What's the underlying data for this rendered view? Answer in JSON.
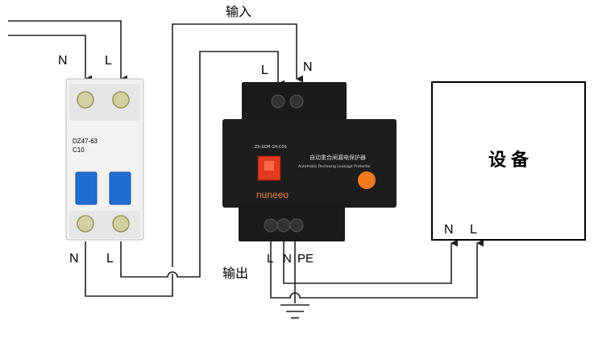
{
  "labels": {
    "input": "输入",
    "output": "输出",
    "breaker_top_n": "N",
    "breaker_top_l": "L",
    "breaker_bottom_n": "N",
    "breaker_bottom_l": "L",
    "protector_top_l": "L",
    "protector_top_n": "N",
    "protector_bottom_l": "L",
    "protector_bottom_n": "N",
    "protector_bottom_pe": "PE",
    "device_title": "设 备",
    "device_n": "N",
    "device_l": "L"
  },
  "breaker": {
    "model": "DZ47-63",
    "rating": "C10"
  },
  "protector": {
    "brand": "nuneeo",
    "title_cn": "自动重合闸漏电保护器",
    "title_en": "Automatic Reclosing Leakage Protector",
    "model": "ZX-SCM-1H-C06"
  },
  "colors": {
    "wire": "#222222",
    "breaker_body": "#f2f2f2",
    "breaker_handle": "#1f6fd1",
    "protector_body": "#1d1d1d",
    "protector_switch": "#e23b1f",
    "protector_button": "#f07a1c",
    "device_border": "#000000"
  }
}
